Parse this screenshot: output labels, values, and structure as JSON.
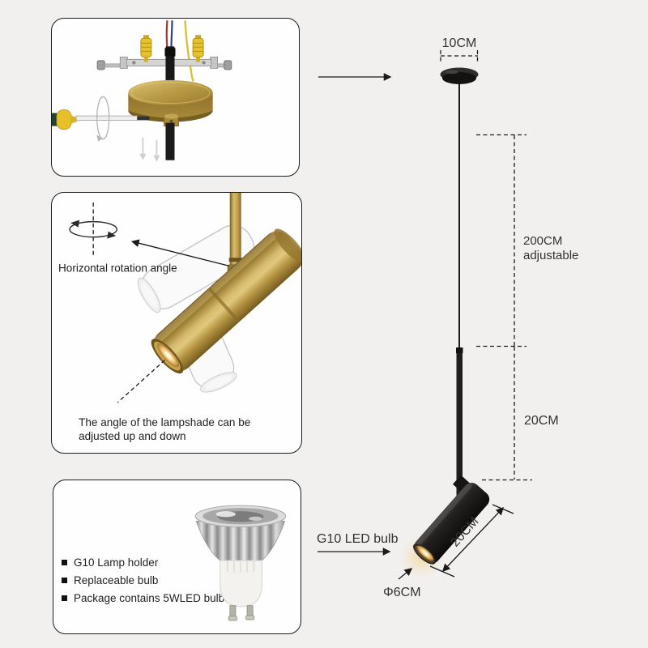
{
  "colors": {
    "background": "#f1f0ee",
    "panel_background": "#fefefe",
    "panel_border": "#1c1c1c",
    "text": "#2b2b2b",
    "brass_gold": "#c9a752",
    "lamp_black": "#201e1c",
    "glow_warm": "#f6d79b",
    "anchor_yellow": "#e5c230"
  },
  "rotation_panel": {
    "rotation_label": "Horizontal rotation angle",
    "tilt_note_line1": "The angle of the lampshade can be",
    "tilt_note_line2": "adjusted up and down"
  },
  "bulb_panel": {
    "items": [
      "G10 Lamp holder",
      "Replaceable bulb",
      "Package contains 5WLED bulb"
    ]
  },
  "dimensions": {
    "canopy_width": "10CM",
    "cord_length": "200CM",
    "cord_length_note": "adjustable",
    "rod_length": "20CM",
    "lamp_length": "20CM",
    "lamp_diameter": "Φ6CM",
    "bulb_label": "G10 LED bulb"
  }
}
